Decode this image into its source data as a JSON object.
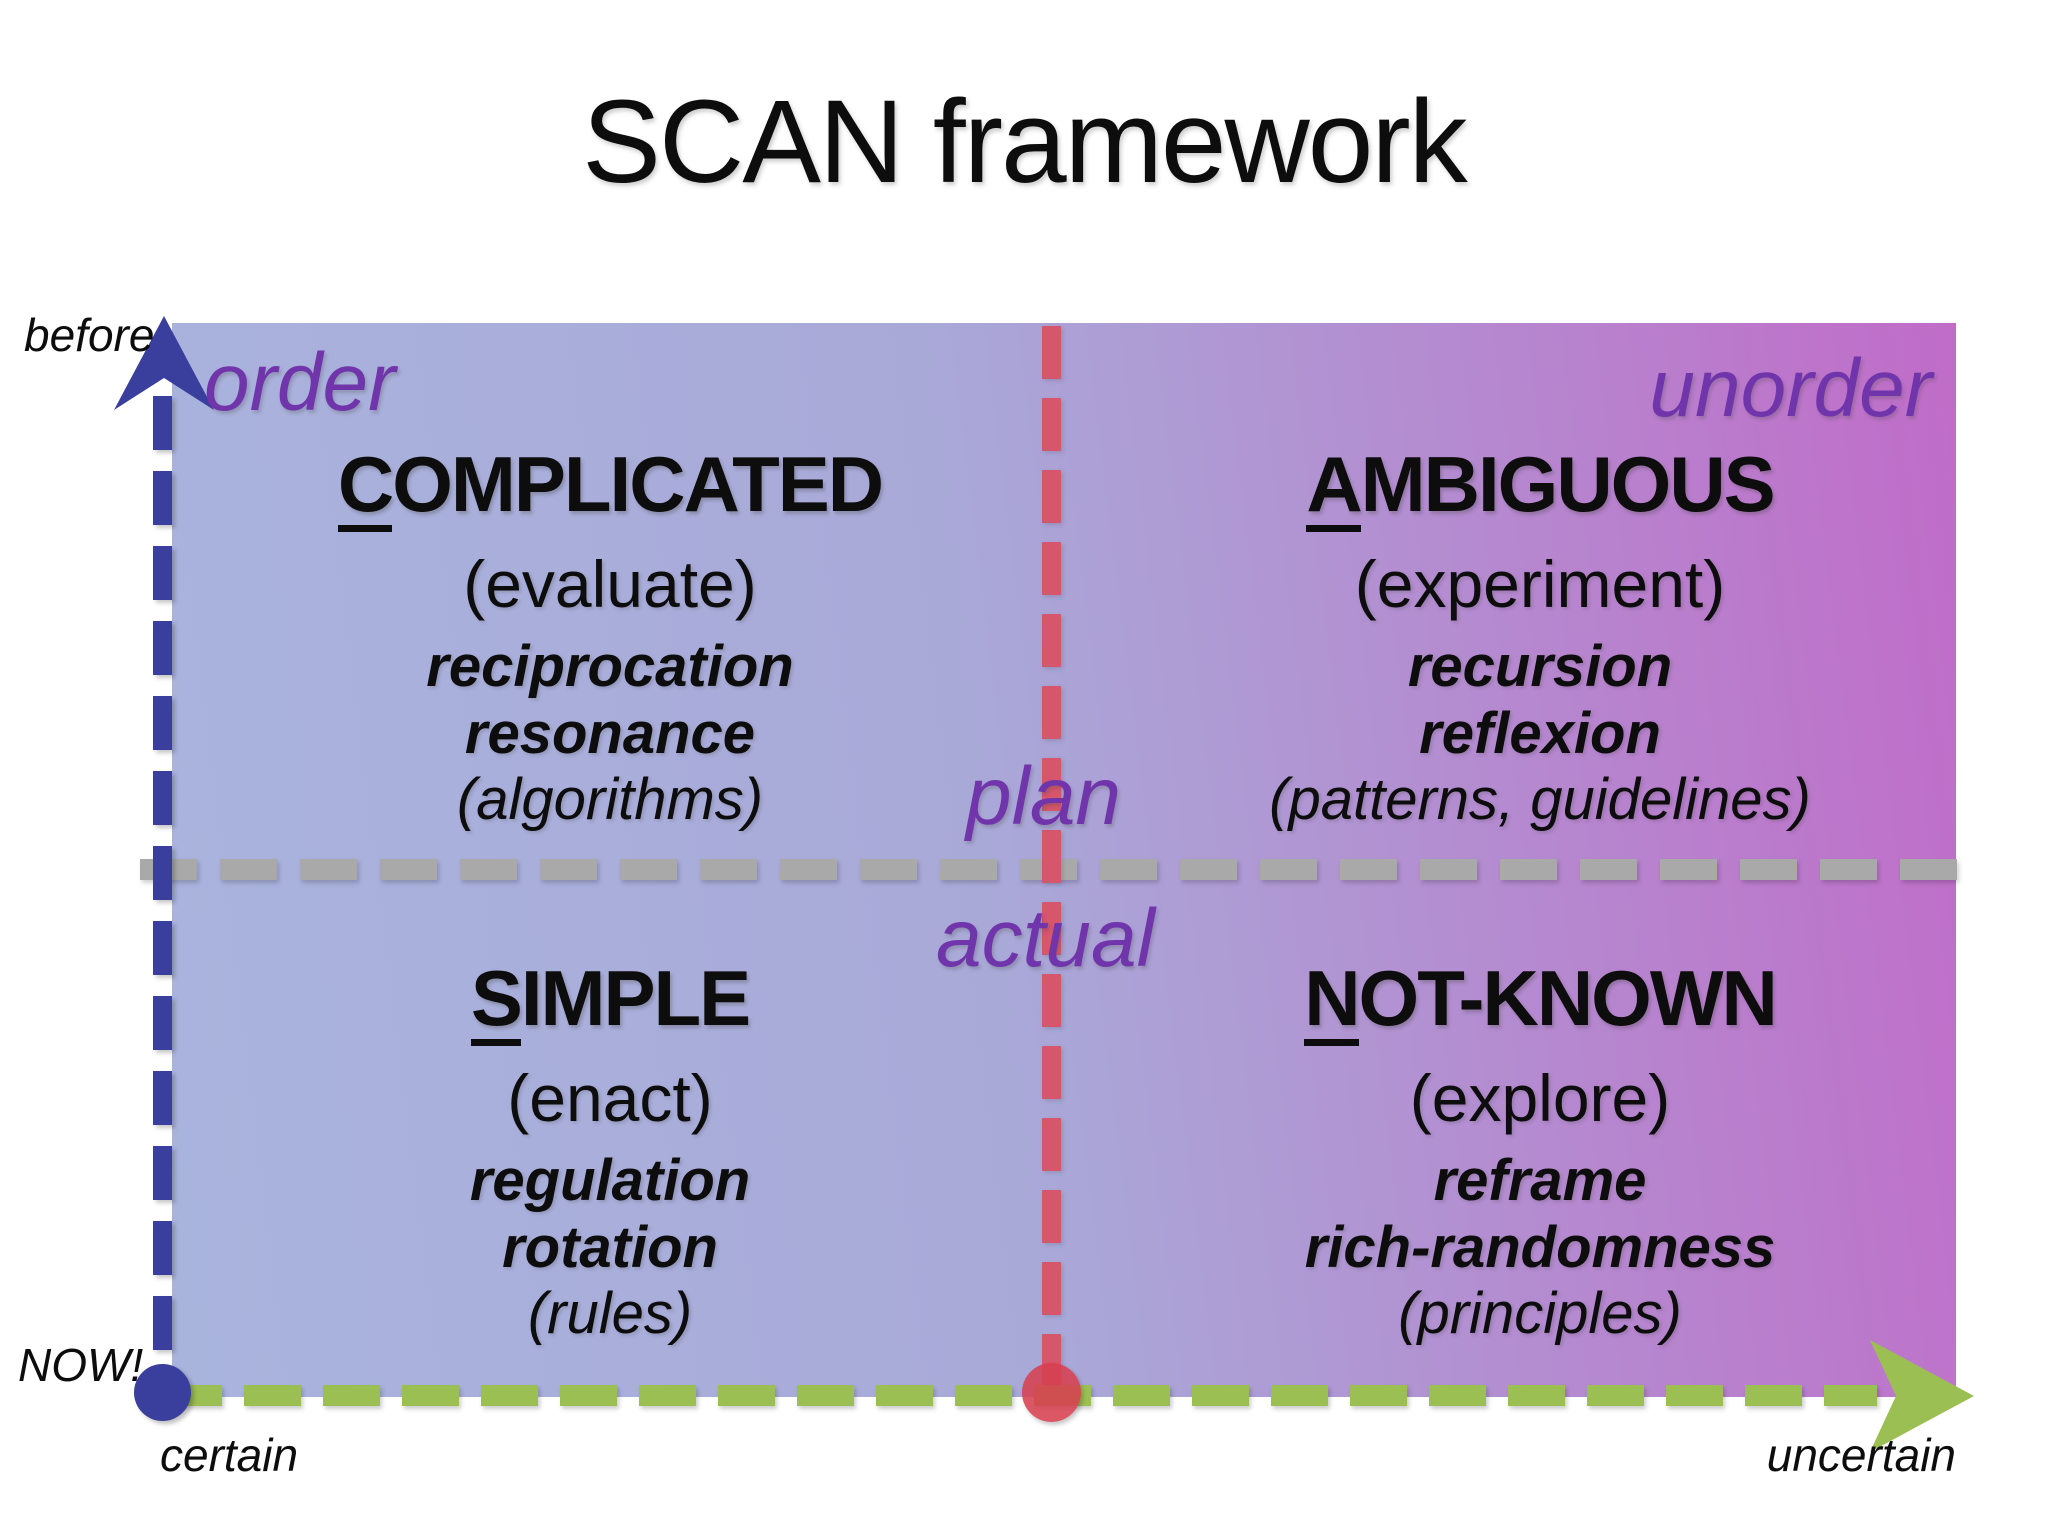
{
  "title": "SCAN framework",
  "colors": {
    "page_bg": "#ffffff",
    "text_black": "#0d0d0d",
    "axis_blue": "#3a3e9d",
    "axis_red": "#d6566b",
    "dot_red": "rgba(214,64,80,0.88)",
    "axis_green": "#9cbf53",
    "axis_gray": "#a9a9a9",
    "label_purple": "#7135ab",
    "grad_left": "#a9b4dd",
    "grad_mid": "#a9a9d8",
    "grad_right": "#c06cc8"
  },
  "axes": {
    "y_top_label": "before",
    "y_bottom_label": "NOW!",
    "x_left_label": "certain",
    "x_right_label": "uncertain",
    "top_left_label": "order",
    "top_right_label": "unorder",
    "center_top_label": "plan",
    "center_bottom_label": "actual"
  },
  "quadrants": [
    {
      "id": "complicated",
      "initial": "C",
      "title_rest": "OMPLICATED",
      "action": "(evaluate)",
      "keyword1": "reciprocation",
      "keyword2": "resonance",
      "basis": "(algorithms)"
    },
    {
      "id": "ambiguous",
      "initial": "A",
      "title_rest": "MBIGUOUS",
      "action": "(experiment)",
      "keyword1": "recursion",
      "keyword2": "reflexion",
      "basis": "(patterns, guidelines)"
    },
    {
      "id": "simple",
      "initial": "S",
      "title_rest": "IMPLE",
      "action": "(enact)",
      "keyword1": "regulation",
      "keyword2": "rotation",
      "basis": "(rules)"
    },
    {
      "id": "not-known",
      "initial": "N",
      "title_rest": "OT-KNOWN",
      "action": "(explore)",
      "keyword1": "reframe",
      "keyword2": "rich-randomness",
      "basis": "(principles)"
    }
  ]
}
